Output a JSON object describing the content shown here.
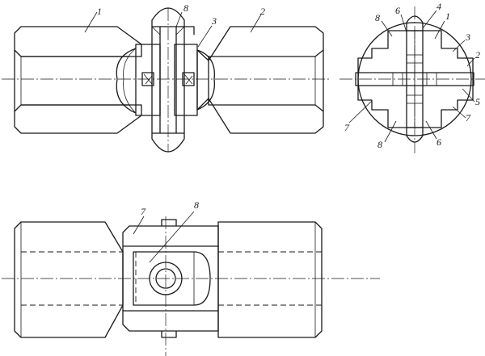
{
  "drawing": {
    "labels": {
      "front": [
        "1",
        "8",
        "3",
        "2"
      ],
      "side": [
        "8",
        "6",
        "4",
        "1",
        "3",
        "2",
        "5",
        "7",
        "7",
        "8",
        "6"
      ],
      "bottom": [
        "7",
        "8"
      ]
    }
  }
}
